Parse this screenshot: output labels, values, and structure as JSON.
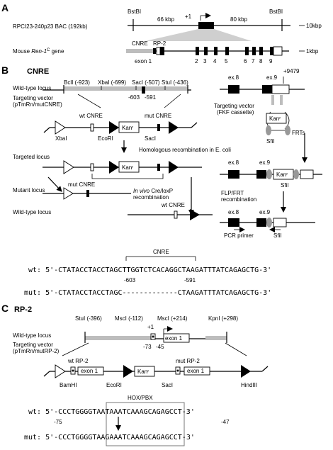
{
  "panelA": {
    "letter": "A",
    "bac_label": "RPCI23-240p23 BAC (192kb)",
    "bstbi_left": "BstBI",
    "bstbi_right": "BstBI",
    "left_dist": "66 kbp",
    "right_dist": "80 kbp",
    "plus1": "+1",
    "scale_top": "10kbp",
    "gene_label_prefix": "Mouse ",
    "gene_label_name": "Ren-1",
    "gene_label_sup": "C",
    "gene_label_suffix": " gene",
    "cnre": "CNRE",
    "rp2": "RP-2",
    "exon1": "exon 1",
    "exons": [
      "2",
      "3",
      "4",
      "5",
      "6",
      "7",
      "8",
      "9"
    ],
    "scale_bottom": "1kbp"
  },
  "panelB": {
    "letter": "B",
    "title": "CNRE",
    "wt_locus": "Wild-type locus",
    "targeting_vector": "Targeting vector",
    "tv_name": "(pTmRn/mutCNRE)",
    "bcli": "BclI (-923)",
    "xbai": "XbaI (-699)",
    "saci": "SacI (-507)",
    "stui": "StuI (-436)",
    "pos603": "-603",
    "pos591": "-591",
    "wt_cnre": "wt CNRE",
    "mut_cnre": "mut CNRE",
    "kan": "Kanʳ",
    "xbai_site": "XbaI",
    "ecori_site": "EcoRI",
    "saci_site": "SacI",
    "targeted_locus": "Targeted locus",
    "mutant_locus": "Mutant locus",
    "wt_locus2": "Wild-type locus",
    "invivo": "In vivo",
    "creloxp": " Cre/loxP",
    "recombination": "recombination",
    "ex8": "ex.8",
    "ex9": "ex.9",
    "plus9479": "+9479",
    "fkf1": "Targeting vector",
    "fkf2": "(FKF cassette)",
    "sfii": "SfiI",
    "frts": "FRTs",
    "homologous": "Homologous recombination in E. coli",
    "flp1": "FLP/FRT",
    "flp2": "recombination",
    "pcr": "PCR primer",
    "cnre_bracket": "CNRE",
    "wt_seq_label": "wt: 5'-",
    "wt_seq": "CTATACCTACCTAGCTTGGTCTCACAGGCTAAGATTTATCAGAGCTG",
    "wt_seq_end": "-3'",
    "mut_seq_label": "mut: 5'-",
    "mut_seq_a": "CTATACCTACCTAGC",
    "mut_seq_gap": "-------------",
    "mut_seq_b": "CTAAGATTTATCAGAGCTG",
    "mut_seq_end": "-3'",
    "seq_pos1": "-603",
    "seq_pos2": "-591"
  },
  "panelC": {
    "letter": "C",
    "title": "RP-2",
    "wt_locus": "Wild-type locus",
    "targeting_vector": "Targeting vector",
    "tv_name": "(pTmRn/mutRP-2)",
    "stui": "StuI (-396)",
    "msci1": "MscI (-112)",
    "plus1": "+1",
    "msci2": "MscI (+214)",
    "kpni": "KpnI (+298)",
    "pos73": "-73",
    "pos45": "-45",
    "exon1": "exon 1",
    "wt_rp2": "wt RP-2",
    "mut_rp2": "mut RP-2",
    "kan": "Kanʳ",
    "bamhi": "BamHI",
    "ecori": "EcoRI",
    "saci": "SacI",
    "hindiii": "HindIII",
    "hox": "HOX/PBX",
    "wt_label": "wt: 5'-",
    "wt_seq_a": "CCCTGGGGTA",
    "wt_seq_box": "ATAAATCA",
    "wt_seq_b": "AAGCAGAGCCT",
    "wt_end": "-3'",
    "mut_label": "mut: 5'-",
    "mut_seq_a": "CCCTGGGGTA",
    "mut_seq_box": "AGAAATCA",
    "mut_seq_b": "AAGCAGAGCCT",
    "mut_end": "-3'",
    "pos75": "-75",
    "pos47": "-47"
  }
}
